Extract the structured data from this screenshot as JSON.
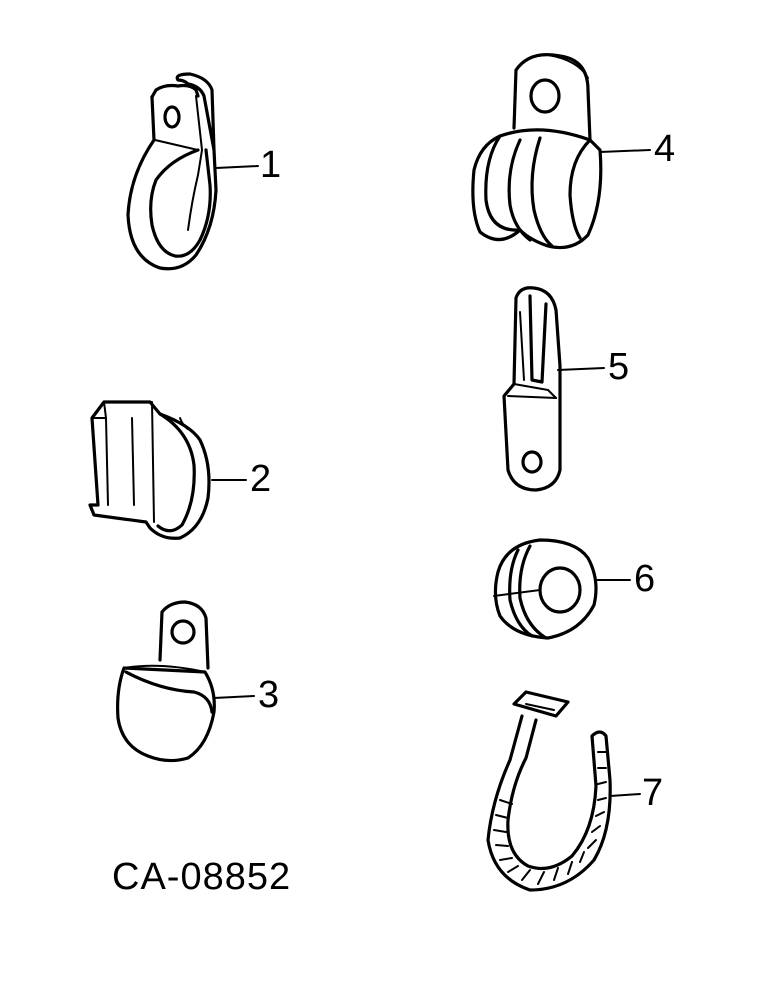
{
  "figure_code": "CA-08852",
  "parts": [
    {
      "callout": "1",
      "icon": "p-clamp-icon"
    },
    {
      "callout": "2",
      "icon": "snap-clip-icon"
    },
    {
      "callout": "3",
      "icon": "loop-clamp-icon"
    },
    {
      "callout": "4",
      "icon": "cushioned-clamp-icon"
    },
    {
      "callout": "5",
      "icon": "slotted-bracket-icon"
    },
    {
      "callout": "6",
      "icon": "grommet-icon"
    },
    {
      "callout": "7",
      "icon": "cable-tie-icon"
    }
  ]
}
